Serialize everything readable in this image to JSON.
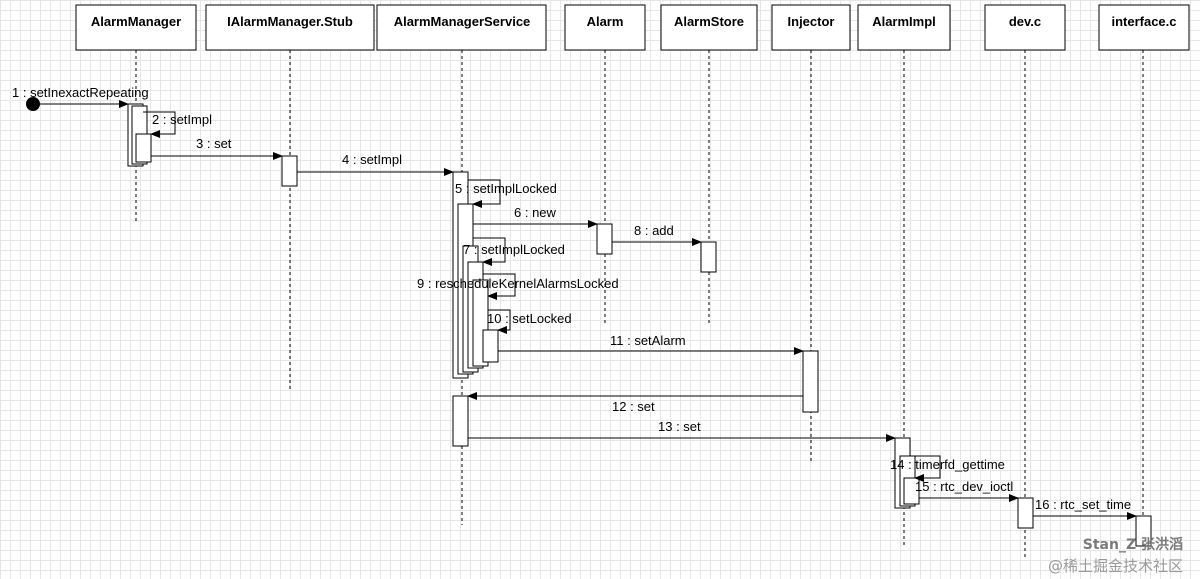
{
  "participants": [
    {
      "id": "AlarmManager",
      "label": "AlarmManager"
    },
    {
      "id": "IAlarmManagerStub",
      "label": "IAlarmManager.Stub"
    },
    {
      "id": "AlarmManagerService",
      "label": "AlarmManagerService"
    },
    {
      "id": "Alarm",
      "label": "Alarm"
    },
    {
      "id": "AlarmStore",
      "label": "AlarmStore"
    },
    {
      "id": "Injector",
      "label": "Injector"
    },
    {
      "id": "AlarmImpl",
      "label": "AlarmImpl"
    },
    {
      "id": "devc",
      "label": "dev.c"
    },
    {
      "id": "interfacec",
      "label": "interface.c"
    }
  ],
  "messages": [
    {
      "label": "1 : setInexactRepeating",
      "from": "found",
      "to": "AlarmManager"
    },
    {
      "label": "2 : setImpl",
      "from": "AlarmManager",
      "to": "AlarmManager",
      "self": true
    },
    {
      "label": "3 : set",
      "from": "AlarmManager",
      "to": "IAlarmManagerStub"
    },
    {
      "label": "4 : setImpl",
      "from": "IAlarmManagerStub",
      "to": "AlarmManagerService"
    },
    {
      "label": "5 : setImplLocked",
      "from": "AlarmManagerService",
      "to": "AlarmManagerService",
      "self": true
    },
    {
      "label": "6 : new",
      "from": "AlarmManagerService",
      "to": "Alarm"
    },
    {
      "label": "7 : setImplLocked",
      "from": "AlarmManagerService",
      "to": "AlarmManagerService",
      "self": true
    },
    {
      "label": "8 : add",
      "from": "Alarm",
      "to": "AlarmStore"
    },
    {
      "label": "9 : rescheduleKernelAlarmsLocked",
      "from": "AlarmManagerService",
      "to": "AlarmManagerService",
      "self": true
    },
    {
      "label": "10 : setLocked",
      "from": "AlarmManagerService",
      "to": "AlarmManagerService",
      "self": true
    },
    {
      "label": "11 : setAlarm",
      "from": "AlarmManagerService",
      "to": "Injector"
    },
    {
      "label": "12 : set",
      "from": "Injector",
      "to": "AlarmManagerService"
    },
    {
      "label": "13 : set",
      "from": "AlarmManagerService",
      "to": "AlarmImpl"
    },
    {
      "label": "14 : timerfd_gettime",
      "from": "AlarmImpl",
      "to": "AlarmImpl",
      "self": true
    },
    {
      "label": "15 : rtc_dev_ioctl",
      "from": "AlarmImpl",
      "to": "devc"
    },
    {
      "label": "16 : rtc_set_time",
      "from": "devc",
      "to": "interfacec"
    }
  ],
  "watermark": {
    "author": "Stan_Z 张洪滔",
    "site": "@稀土掘金技术社区"
  }
}
